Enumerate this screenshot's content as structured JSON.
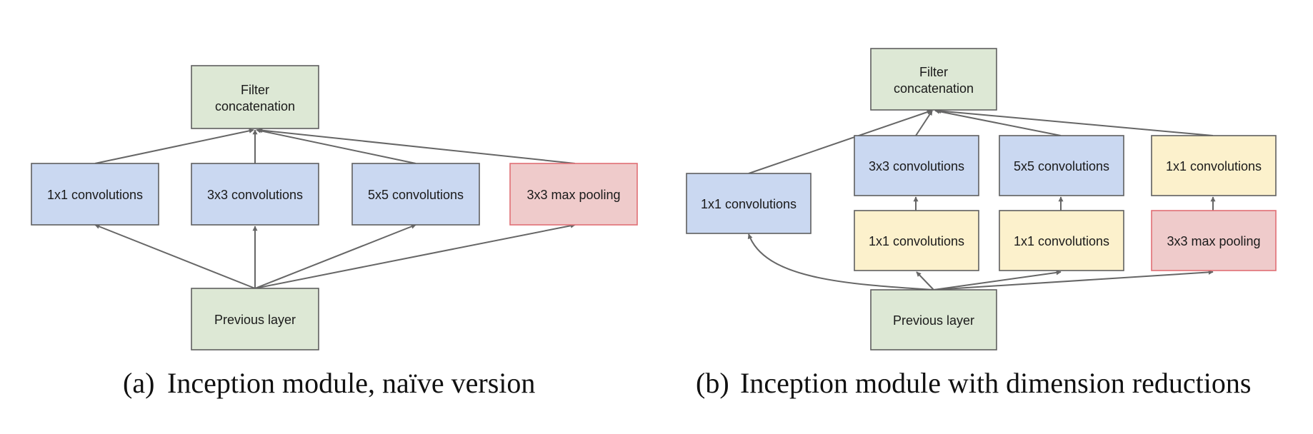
{
  "colors": {
    "green_fill": "#dde8d5",
    "blue_fill": "#cad8f1",
    "yellow_fill": "#fcf1cc",
    "red_fill": "#efcbcb",
    "red_stroke": "#e06f75",
    "box_stroke": "#5f5f5f",
    "arrow": "#666666"
  },
  "panel_a": {
    "caption_tag": "(a)",
    "caption_text": "Inception module, naïve version",
    "filter_concat": [
      "Filter",
      "concatenation"
    ],
    "conv1": "1x1 convolutions",
    "conv3": "3x3 convolutions",
    "conv5": "5x5 convolutions",
    "maxpool": "3x3 max pooling",
    "previous": "Previous layer"
  },
  "panel_b": {
    "caption_tag": "(b)",
    "caption_text": "Inception module with dimension reductions",
    "filter_concat": [
      "Filter",
      "concatenation"
    ],
    "conv1_direct": "1x1 convolutions",
    "conv3": "3x3 convolutions",
    "conv5": "5x5 convolutions",
    "conv1_pool_proj": "1x1 convolutions",
    "reduce3": "1x1 convolutions",
    "reduce5": "1x1 convolutions",
    "maxpool": "3x3 max pooling",
    "previous": "Previous layer"
  }
}
